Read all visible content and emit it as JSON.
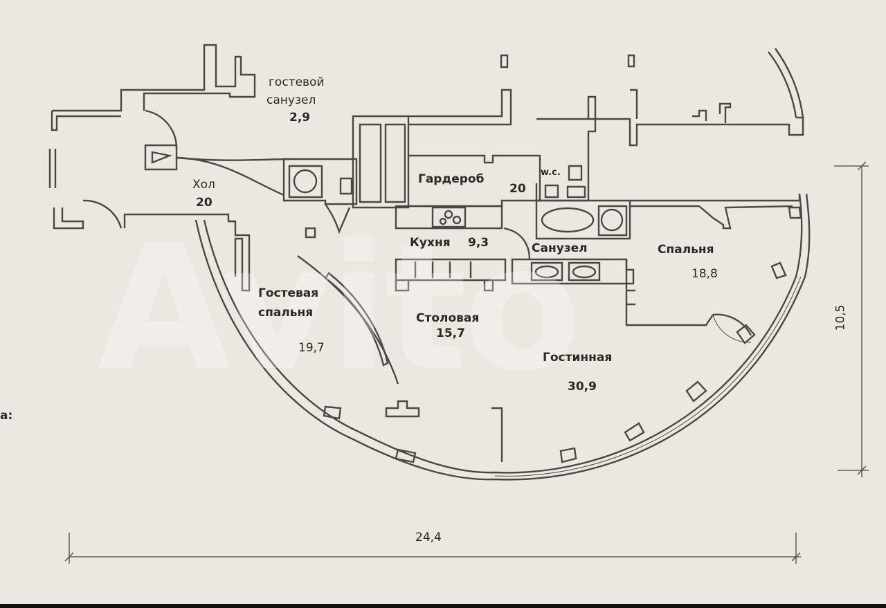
{
  "rooms": {
    "hall": {
      "name": "Хол",
      "area": "20"
    },
    "guest_wc": {
      "name_line1": "гостевой",
      "name_line2": "санузел",
      "area": "2,9"
    },
    "wardrobe": {
      "name": "Гардероб",
      "area": "20"
    },
    "wc": {
      "name": "w.c."
    },
    "kitchen": {
      "name": "Кухня",
      "area": "9,3"
    },
    "bathroom": {
      "name": "Санузел"
    },
    "bedroom": {
      "name": "Спальня",
      "area": "18,8"
    },
    "guest_bedroom": {
      "name_line1": "Гостевая",
      "name_line2": "спальня",
      "area": "19,7"
    },
    "dining": {
      "name": "Столовая",
      "area": "15,7"
    },
    "living": {
      "name": "Гостинная",
      "area": "30,9"
    }
  },
  "dimensions": {
    "width": "24,4",
    "height": "10,5"
  },
  "side_text": "а:",
  "watermark": "Avito",
  "colors": {
    "background": "#ece7e0",
    "wall": "#4a4744",
    "text": "#2c2a28"
  }
}
